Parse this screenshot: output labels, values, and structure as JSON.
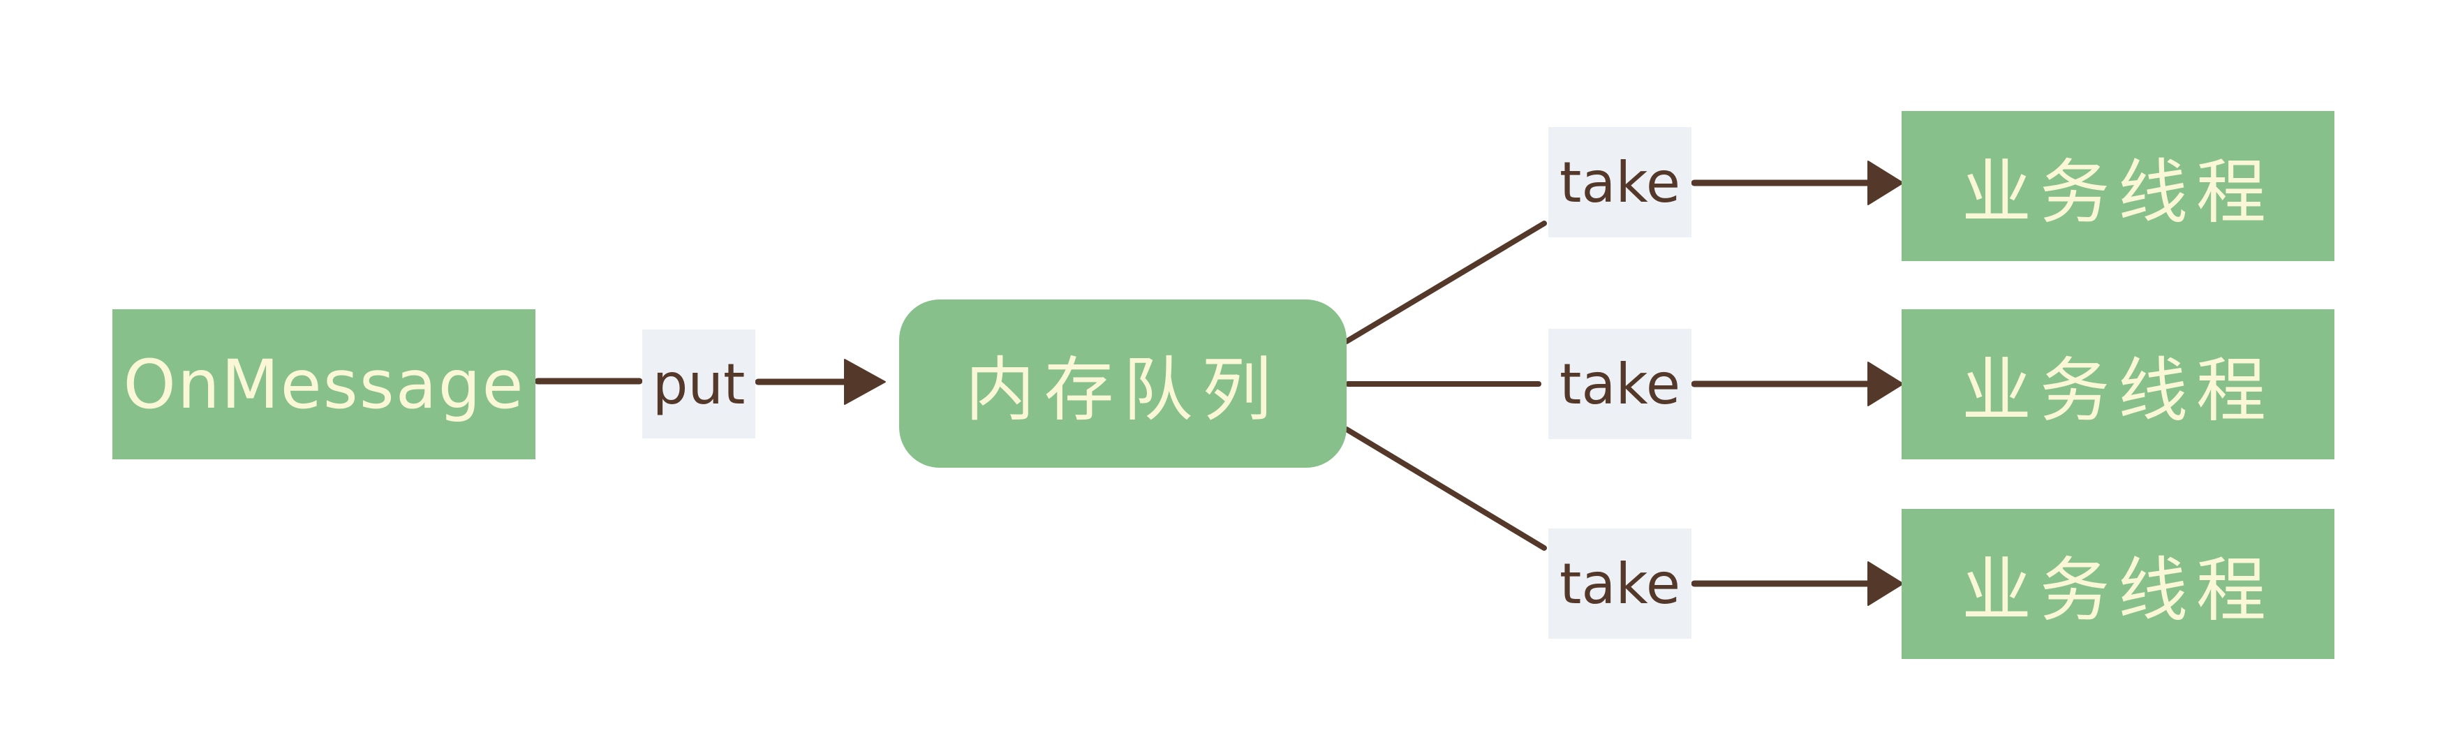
{
  "colors": {
    "node_fill": "#87c08a",
    "node_text": "#f9f7d8",
    "edge": "#54392b",
    "label_bg": "#edf1f5",
    "label_text": "#54392b",
    "canvas_bg": "#ffffff"
  },
  "nodes": {
    "producer": {
      "label": "OnMessage"
    },
    "queue": {
      "label": "内存队列"
    },
    "workers": [
      {
        "label": "业务线程"
      },
      {
        "label": "业务线程"
      },
      {
        "label": "业务线程"
      }
    ]
  },
  "edge_labels": {
    "put": "put",
    "takes": [
      "take",
      "take",
      "take"
    ]
  }
}
